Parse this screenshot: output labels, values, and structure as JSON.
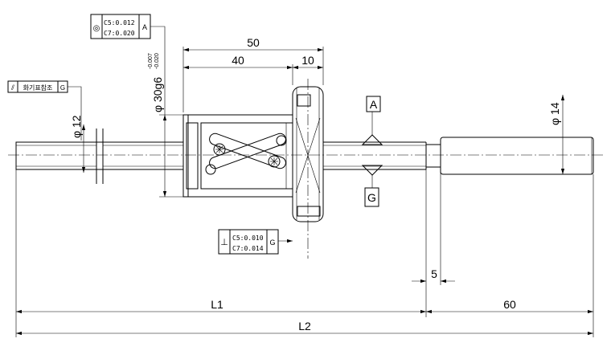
{
  "dimensions": {
    "total_length": "50",
    "nut_body_length": "40",
    "flange_width": "10",
    "flange_diameter": "φ 30g6",
    "flange_tol_upper": "-0.007",
    "flange_tol_lower": "-0.020",
    "shaft_diameter_left": "φ 12",
    "shaft_diameter_right": "φ 14",
    "step_length": "5",
    "journal_length": "60",
    "length_l1": "L1",
    "length_l2": "L2"
  },
  "datums": {
    "datum_a": "A",
    "datum_g": "G"
  },
  "tolerance_frames": {
    "concentricity": {
      "symbol": "◎",
      "c5_value": "C5:0.012",
      "c7_value": "C7:0.020",
      "datum": "A"
    },
    "perpendicularity": {
      "symbol": "⊥",
      "c5_value": "C5:0.010",
      "c7_value": "C7:0.014",
      "datum": "G"
    },
    "runout": {
      "symbol": "⫽",
      "label": "화기표참조",
      "datum": "G"
    }
  }
}
